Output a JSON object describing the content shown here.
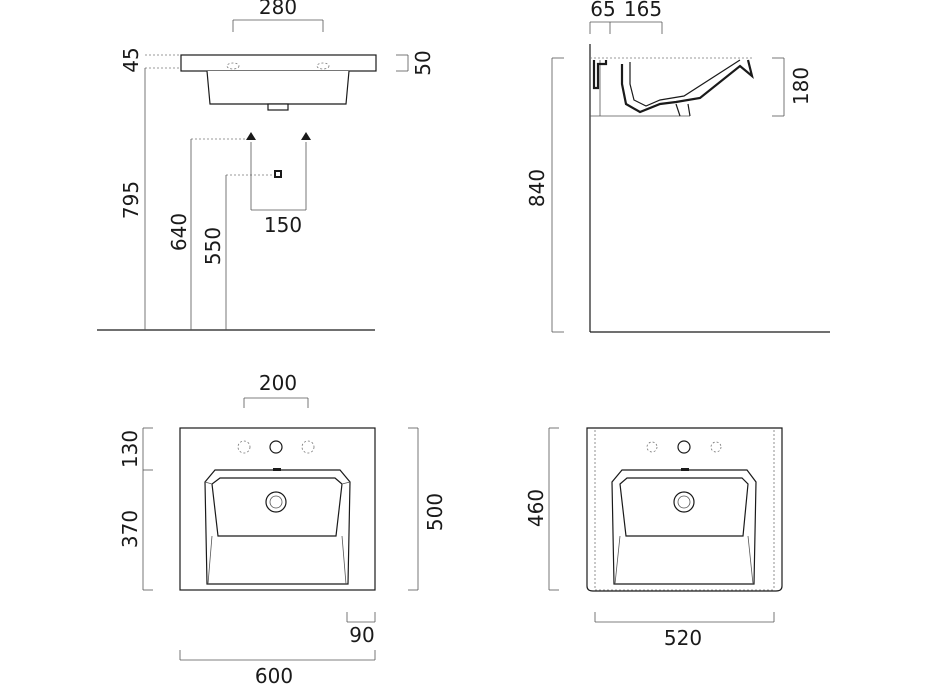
{
  "front_view": {
    "width_top": "280",
    "rim_height": "45",
    "rim_thickness": "50",
    "total_height": "795",
    "inlet_height": "640",
    "drain_height": "550",
    "inlet_spacing": "150"
  },
  "side_view": {
    "wall_gap": "65",
    "depth": "165",
    "basin_height": "180",
    "overall_height": "840"
  },
  "top_view_left": {
    "hole_spacing": "200",
    "rear_depth": "130",
    "front_depth": "370",
    "total_depth": "500",
    "overhang": "90",
    "total_width": "600"
  },
  "top_view_right": {
    "depth": "460",
    "width": "520"
  }
}
